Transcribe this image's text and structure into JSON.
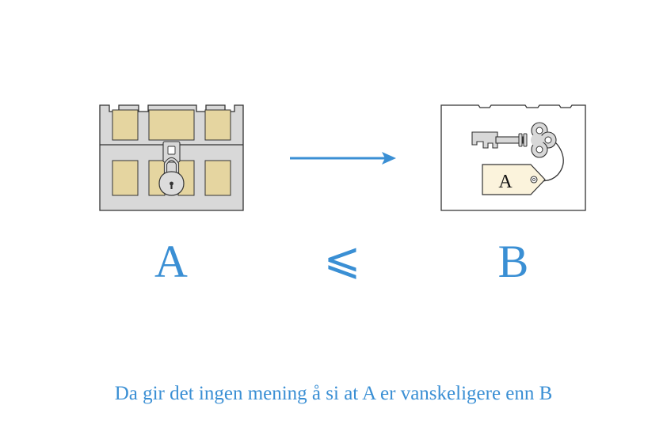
{
  "diagram": {
    "left_label": "A",
    "relation_symbol": "⩽",
    "right_label": "B",
    "key_tag_label": "A",
    "caption": "Da gir det ingen mening å si at A er vanskeligere enn B"
  },
  "colors": {
    "accent": "#3a8fd4",
    "chest_frame": "#d8d8d8",
    "chest_panel": "#e5d5a0",
    "outline": "#333333",
    "tag_fill": "#fbf3dc"
  },
  "icons": {
    "left": "locked-chest-icon",
    "arrow": "arrow-right-icon",
    "right": "open-box-with-key-icon"
  }
}
